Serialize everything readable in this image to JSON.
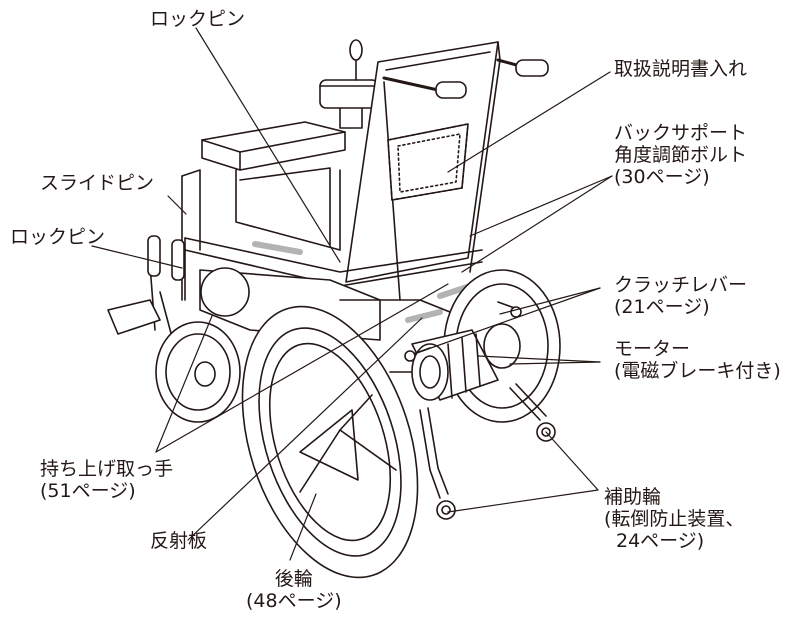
{
  "colors": {
    "ink": "#231815",
    "reflector": "#b3b3b3"
  },
  "labels": {
    "lock_pin_top": "ロックピン",
    "slide_pin": "スライドピン",
    "lock_pin_left": "ロックピン",
    "manual_pocket": "取扱説明書入れ",
    "backsupport": [
      "バックサポート",
      "角度調節ボルト",
      "(30ページ)"
    ],
    "clutch": [
      "クラッチレバー",
      "(21ページ)"
    ],
    "motor": [
      "モーター",
      "(電磁ブレーキ付き)"
    ],
    "handle": [
      "持ち上げ取っ手",
      "(51ページ)"
    ],
    "reflector": "反射板",
    "rear_wheel": [
      "後輪",
      "(48ページ)"
    ],
    "aux_wheel": [
      "補助輪",
      "(転倒防止装置、",
      "24ページ)"
    ]
  }
}
